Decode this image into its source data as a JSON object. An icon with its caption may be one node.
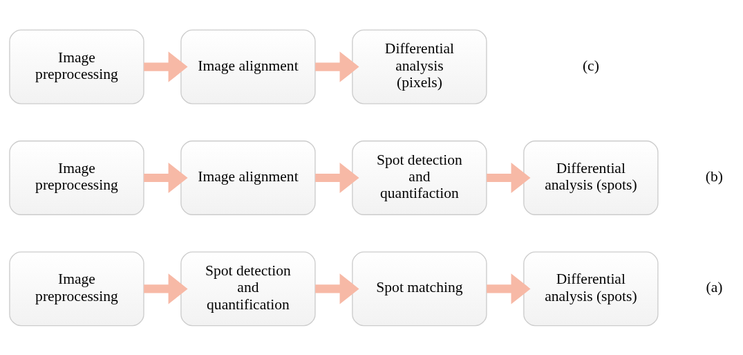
{
  "diagram": {
    "nodes": [
      {
        "text": [
          "Image preprocessing"
        ]
      },
      {
        "text": [
          "Spot detection and quantification"
        ]
      },
      {
        "text": [
          "Spot matching"
        ]
      },
      {
        "text": [
          "Differential analysis (spots)"
        ]
      },
      {
        "text": [
          "Image preprocessing"
        ]
      },
      {
        "text": [
          "Image alignment"
        ]
      },
      {
        "text": [
          "Spot detection and quantifaction"
        ]
      },
      {
        "text": [
          "Differential analysis (spots)"
        ]
      },
      {
        "text": [
          "Image preprocessing"
        ]
      },
      {
        "text": [
          "Image alignment"
        ]
      },
      {
        "text": [
          "Differential analysis (pixels)"
        ]
      }
    ],
    "edges": [
      {
        "from": 0,
        "to": 1,
        "arrow": "to"
      },
      {
        "from": 1,
        "to": 2,
        "arrow": "to"
      },
      {
        "from": 2,
        "to": 3,
        "arrow": "to"
      },
      {
        "from": 4,
        "to": 5,
        "arrow": "to"
      },
      {
        "from": 5,
        "to": 6,
        "arrow": "to"
      },
      {
        "from": 6,
        "to": 7,
        "arrow": "to"
      },
      {
        "from": 8,
        "to": 9,
        "arrow": "to"
      },
      {
        "from": 9,
        "to": 10,
        "arrow": "to"
      }
    ],
    "labels": [
      "(a)",
      "(b)",
      "(c)"
    ]
  }
}
